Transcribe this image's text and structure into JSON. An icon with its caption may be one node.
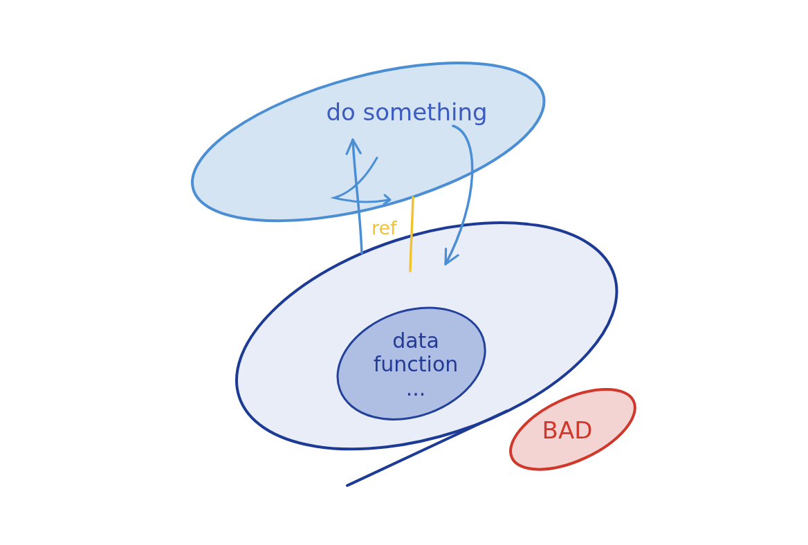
{
  "diagram": {
    "nodes": [
      {
        "text": [
          "do something"
        ]
      },
      {
        "text": [],
        "shape": "ellipse"
      },
      {
        "text": [
          "data function ..."
        ],
        "in": 1
      },
      {
        "text": [
          "BAD"
        ]
      }
    ],
    "edges": [
      {
        "from": 1,
        "to": 0,
        "arrow": "to"
      },
      {
        "from": 0,
        "to": 1,
        "arrow": "to"
      },
      {
        "from": 1,
        "to": 0,
        "arrow": "none",
        "label": "ref",
        "color": "#f1c232"
      }
    ]
  }
}
